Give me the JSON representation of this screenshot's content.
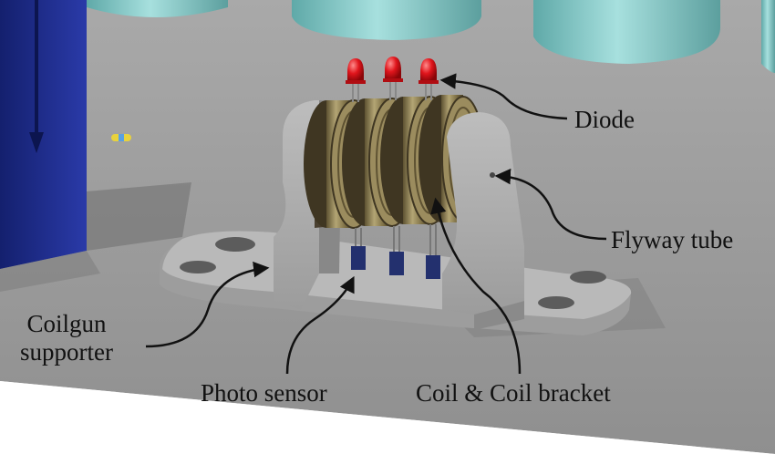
{
  "labels": {
    "diode": "Diode",
    "flyway_tube": "Flyway tube",
    "coilgun_supporter_line1": "Coilgun",
    "coilgun_supporter_line2": "supporter",
    "photo_sensor": "Photo sensor",
    "coil_bracket": "Coil & Coil bracket"
  },
  "colors": {
    "floor": "#9a9a9a",
    "bracket": "#a7a7a7",
    "coil": "#8a7a4e",
    "diode": "#e0151c",
    "sensor": "#23306e",
    "cylinder": "#7fc7c6",
    "blue_box": "#1d2d8c",
    "label_text": "#111111"
  },
  "components": {
    "diode_count": 3,
    "coil_count": 4,
    "photo_sensor_count": 3
  }
}
